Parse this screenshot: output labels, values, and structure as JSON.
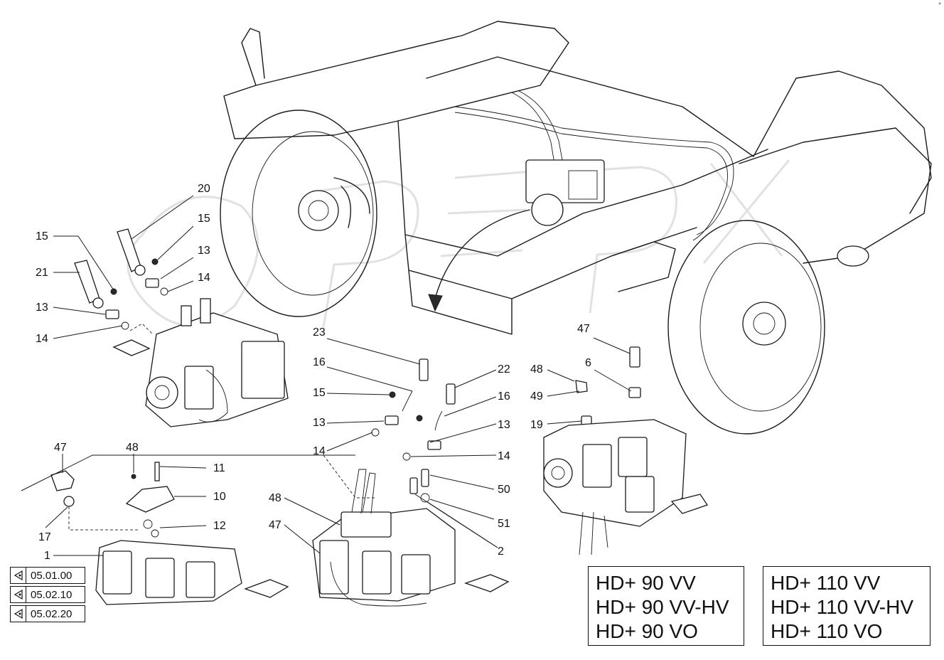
{
  "corner_mark": "*",
  "callouts": [
    {
      "id": "c20",
      "text": "20"
    },
    {
      "id": "c15a",
      "text": "15"
    },
    {
      "id": "c15b",
      "text": "15"
    },
    {
      "id": "c13a",
      "text": "13"
    },
    {
      "id": "c21",
      "text": "21"
    },
    {
      "id": "c14a",
      "text": "14"
    },
    {
      "id": "c13b",
      "text": "13"
    },
    {
      "id": "c14b",
      "text": "14"
    },
    {
      "id": "c23",
      "text": "23"
    },
    {
      "id": "c16a",
      "text": "16"
    },
    {
      "id": "c22",
      "text": "22"
    },
    {
      "id": "c15c",
      "text": "15"
    },
    {
      "id": "c16b",
      "text": "16"
    },
    {
      "id": "c13c",
      "text": "13"
    },
    {
      "id": "c13d",
      "text": "13"
    },
    {
      "id": "c14c",
      "text": "14"
    },
    {
      "id": "c14d",
      "text": "14"
    },
    {
      "id": "c47a",
      "text": "47"
    },
    {
      "id": "c48a",
      "text": "48"
    },
    {
      "id": "c6",
      "text": "6"
    },
    {
      "id": "c49",
      "text": "49"
    },
    {
      "id": "c19",
      "text": "19"
    },
    {
      "id": "c47b",
      "text": "47"
    },
    {
      "id": "c48b",
      "text": "48"
    },
    {
      "id": "c11",
      "text": "11"
    },
    {
      "id": "c10",
      "text": "10"
    },
    {
      "id": "c12",
      "text": "12"
    },
    {
      "id": "c17",
      "text": "17"
    },
    {
      "id": "c1",
      "text": "1"
    },
    {
      "id": "c48c",
      "text": "48"
    },
    {
      "id": "c47c",
      "text": "47"
    },
    {
      "id": "c50",
      "text": "50"
    },
    {
      "id": "c51",
      "text": "51"
    },
    {
      "id": "c2",
      "text": "2"
    }
  ],
  "references": [
    {
      "label": "05.01.00"
    },
    {
      "label": "05.02.10"
    },
    {
      "label": "05.02.20"
    }
  ],
  "models_90": [
    "HD+ 90 VV",
    "HD+ 90 VV-HV",
    "HD+ 90 VO"
  ],
  "models_110": [
    "HD+ 110 VV",
    "HD+ 110 VV-HV",
    "HD+ 110 VO"
  ],
  "icons": {
    "reference_arrow": "left-arrow-triangle-icon",
    "direction_arrow": "block-arrow-icon"
  }
}
